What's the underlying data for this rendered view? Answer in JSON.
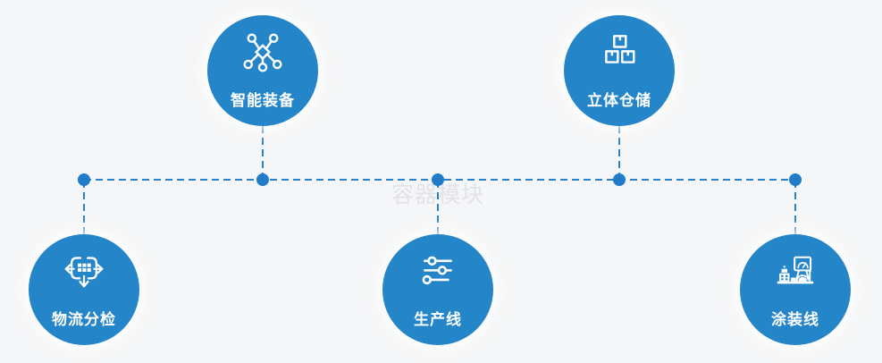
{
  "diagram": {
    "watermark": "容器模块",
    "nodes": [
      {
        "id": "smart-equipment",
        "label": "智能装备",
        "icon": "network-nodes-icon"
      },
      {
        "id": "stereo-warehouse",
        "label": "立体仓储",
        "icon": "stacked-boxes-icon"
      },
      {
        "id": "logistics-sorting",
        "label": "物流分检",
        "icon": "sorting-arrows-icon"
      },
      {
        "id": "production-line",
        "label": "生产线",
        "icon": "sliders-icon"
      },
      {
        "id": "coating-line",
        "label": "涂装线",
        "icon": "production-machine-icon"
      }
    ],
    "colors": {
      "node_fill": "#2585c9",
      "connector": "#2b80c6",
      "junction_dot": "#207bc9",
      "label": "#ffffff",
      "watermark": "#e2e3e6",
      "background": "#f5f6f7"
    }
  }
}
